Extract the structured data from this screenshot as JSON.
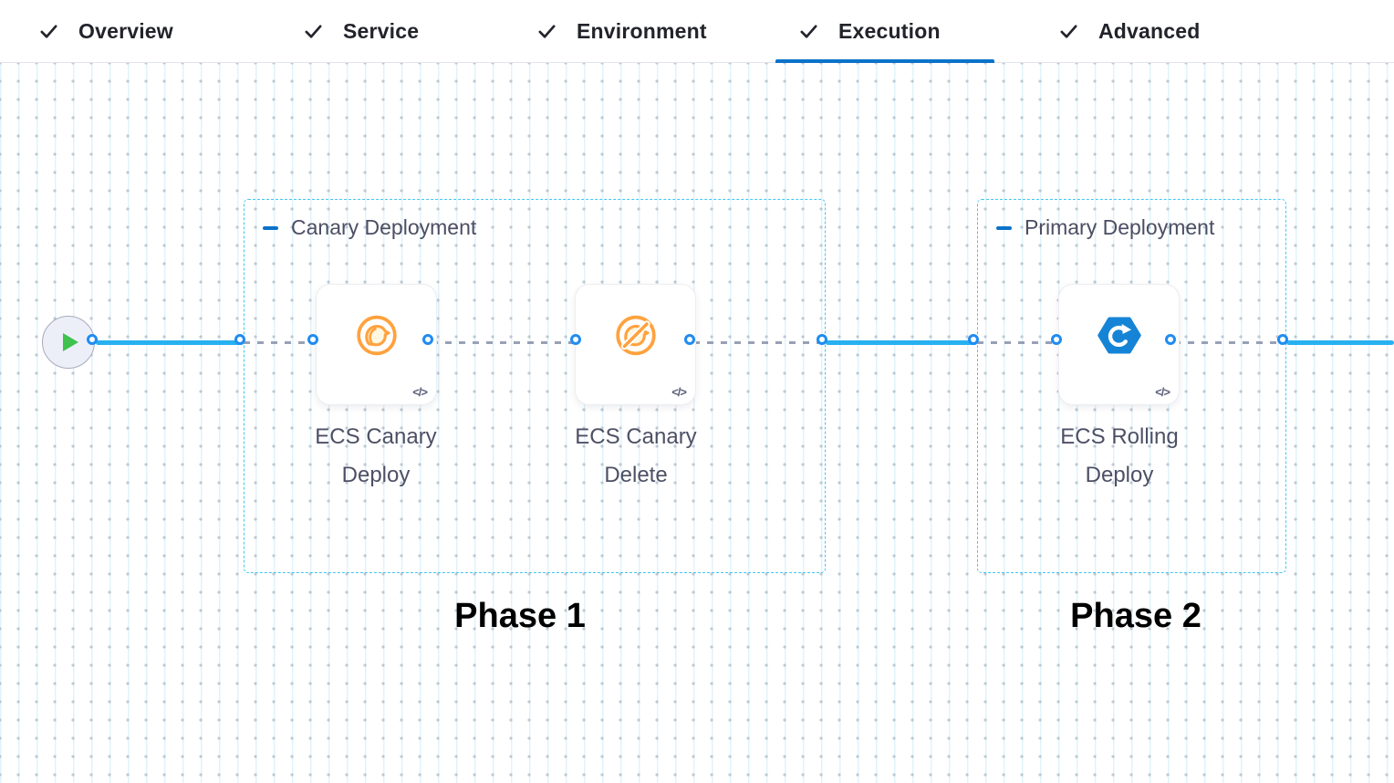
{
  "tabs": {
    "items": [
      {
        "label": "Overview",
        "checked": true,
        "active": false
      },
      {
        "label": "Service",
        "checked": true,
        "active": false
      },
      {
        "label": "Environment",
        "checked": true,
        "active": false
      },
      {
        "label": "Execution",
        "checked": true,
        "active": true
      },
      {
        "label": "Advanced",
        "checked": true,
        "active": false
      }
    ]
  },
  "pipeline": {
    "start_node_icon": "play-icon",
    "code_badge": "</>",
    "groups": [
      {
        "label": "Canary Deployment",
        "phase": "Phase 1",
        "steps": [
          {
            "name": "ECS Canary Deploy",
            "icon": "canary-deploy-icon"
          },
          {
            "name": "ECS Canary Delete",
            "icon": "canary-delete-icon"
          }
        ]
      },
      {
        "label": "Primary Deployment",
        "phase": "Phase 2",
        "steps": [
          {
            "name": "ECS Rolling Deploy",
            "icon": "ecs-rolling-deploy-icon"
          }
        ]
      }
    ]
  },
  "icons": [
    "check-icon",
    "play-icon",
    "minus-collapse-icon",
    "canary-deploy-icon",
    "canary-delete-icon",
    "ecs-rolling-deploy-icon",
    "code-icon",
    "connector-port"
  ],
  "colors": {
    "active_tab_underline": "#0b72c9",
    "tab_text": "#22232b",
    "connector_solid": "#28b1f0",
    "connector_dashed": "#98a0b4",
    "port_border": "#1f8cf2",
    "group_border": "#41c6f3",
    "group_label": "#4b4e63",
    "step_label": "#4d5065",
    "canary_orange": "#ffa23e",
    "ecs_blue": "#1584d6",
    "play_green": "#3fc24e",
    "minus_blue": "#0b72c9"
  }
}
